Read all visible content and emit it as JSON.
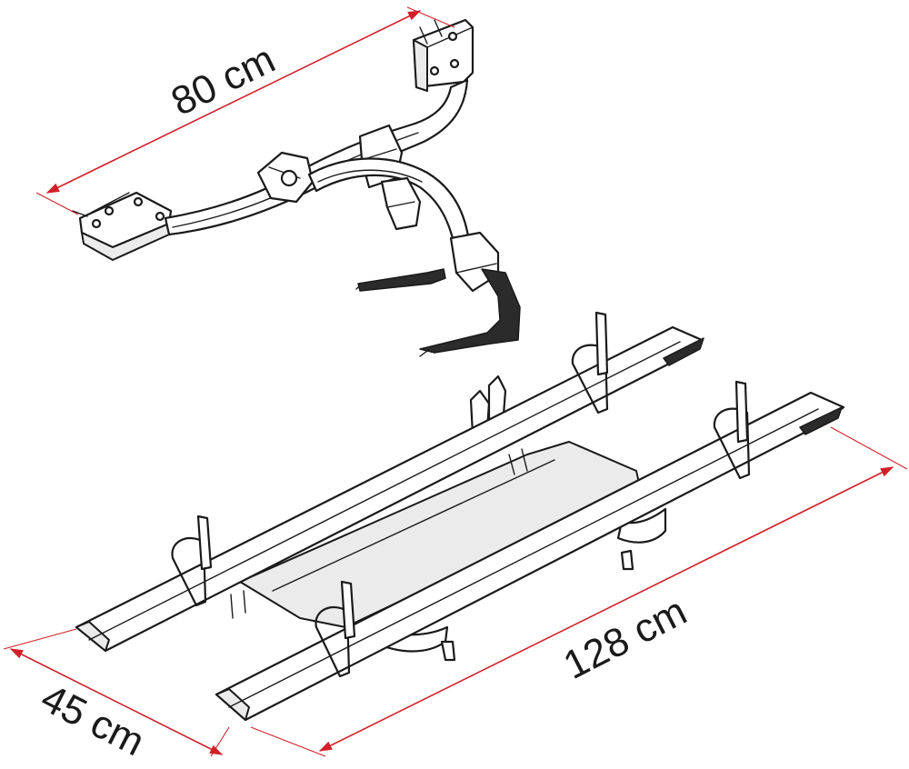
{
  "dimensions": {
    "width_label": "80 cm",
    "depth_label": "45 cm",
    "length_label": "128 cm"
  },
  "colors": {
    "dimension_lines": "#d0202a",
    "ink": "#1a1a1a",
    "background": "#ffffff"
  }
}
